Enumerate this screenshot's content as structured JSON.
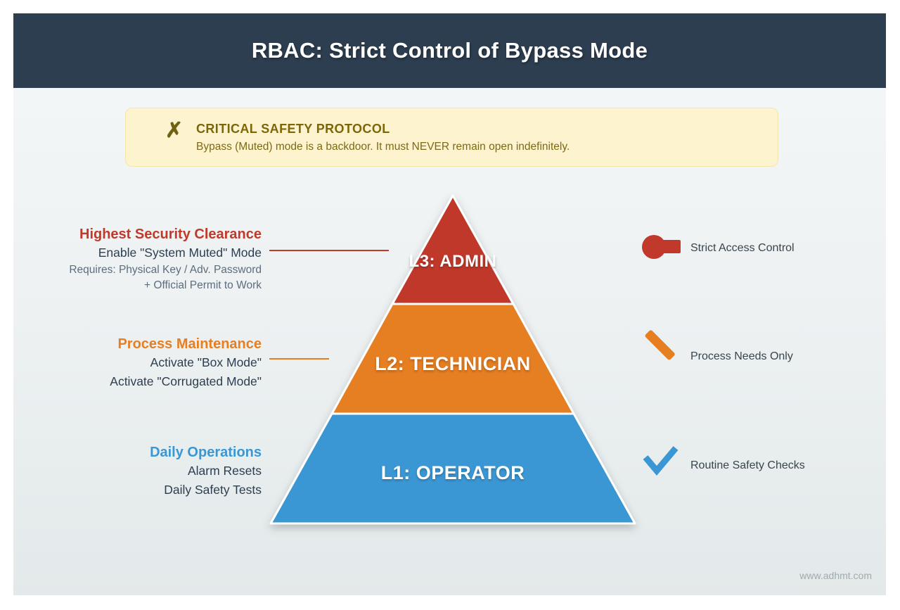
{
  "header": {
    "title": "RBAC: Strict Control of Bypass Mode"
  },
  "alert": {
    "icon": "✗",
    "title": "CRITICAL SAFETY PROTOCOL",
    "body": "Bypass (Muted) mode is a backdoor. It must NEVER remain open indefinitely.",
    "bg_color": "#fdf3cf",
    "title_color": "#7d6608",
    "body_color": "#7d6a14"
  },
  "pyramid": {
    "levels": [
      {
        "name": "admin",
        "label": "L3: ADMIN",
        "color": "#c0392b"
      },
      {
        "name": "technician",
        "label": "L2: TECHNICIAN",
        "color": "#e67e22"
      },
      {
        "name": "operator",
        "label": "L1: OPERATOR",
        "color": "#3a97d4"
      }
    ]
  },
  "left_sections": [
    {
      "title": "Highest Security Clearance",
      "title_color": "#c0392b",
      "line1": "Enable \"System Muted\" Mode",
      "line2": "Requires: Physical Key / Adv. Password",
      "line3": "+ Official Permit to Work"
    },
    {
      "title": "Process Maintenance",
      "title_color": "#e67e22",
      "line1": "Activate \"Box Mode\"",
      "line2": "Activate \"Corrugated Mode\""
    },
    {
      "title": "Daily Operations",
      "title_color": "#3a97d4",
      "line1": "Alarm Resets",
      "line2": "Daily Safety Tests"
    }
  ],
  "right_annotations": [
    {
      "icon": "key-icon",
      "label": "Strict Access Control",
      "color": "#c0392b"
    },
    {
      "icon": "wrench-icon",
      "label": "Process Needs Only",
      "color": "#e67e22"
    },
    {
      "icon": "check-icon",
      "label": "Routine Safety Checks",
      "color": "#3a97d4"
    }
  ],
  "footer": {
    "website": "www.adhmt.com"
  },
  "colors": {
    "header_bg": "#2d3e50",
    "content_bg_top": "#f3f6f6",
    "content_bg_bottom": "#e3e9ea",
    "accent_red": "#c0392b",
    "accent_orange": "#e67e22",
    "accent_blue": "#3a97d4"
  }
}
